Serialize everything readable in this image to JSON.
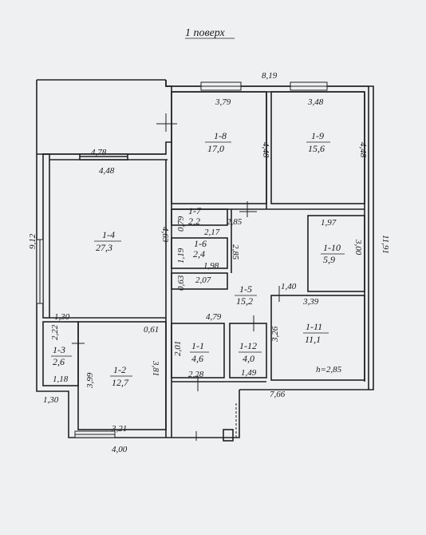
{
  "title": "1 поверх",
  "rooms": [
    {
      "id": "1-1",
      "area": "4,6"
    },
    {
      "id": "1-2",
      "area": "12,7"
    },
    {
      "id": "1-3",
      "area": "2,6"
    },
    {
      "id": "1-4",
      "area": "27,3"
    },
    {
      "id": "1-5",
      "area": "15,2"
    },
    {
      "id": "1-6",
      "area": "2,4"
    },
    {
      "id": "1-7",
      "area": "2,2"
    },
    {
      "id": "1-8",
      "area": "17,0"
    },
    {
      "id": "1-9",
      "area": "15,6"
    },
    {
      "id": "1-10",
      "area": "5,9"
    },
    {
      "id": "1-11",
      "area": "11,1"
    },
    {
      "id": "1-12",
      "area": "4,0"
    }
  ],
  "dimensions": {
    "top_total": "8,19",
    "top_room8": "3,79",
    "top_room9": "3,48",
    "right_total": "11,91",
    "right_room8": "4,48",
    "right_room9": "4,48",
    "left_total": "9,12",
    "upper_outer": "4,78",
    "upper_inner": "4,48",
    "r4_right": "4,63",
    "r7_h": "0,79",
    "r7_w": "2,17",
    "r6_h": "1,19",
    "r6_w": "1,98",
    "r6b_h": "0,63",
    "r6b_w": "2,07",
    "hall_top": "2,85",
    "hall_right": "2,85",
    "r10_w": "1,97",
    "r10_h": "3,00",
    "hall_step": "1,40",
    "r11_w": "3,39",
    "r11_h": "3,26",
    "height": "h=2,85",
    "bottom_right": "7,66",
    "r12_w": "4,79",
    "r12_bottom": "1,49",
    "r1_h": "2,01",
    "r1_w": "2,28",
    "r2_left": "3,99",
    "r2_right": "3,81",
    "r2_bottom": "3,21",
    "bottom_total": "4,00",
    "left_step_top": "1,30",
    "left_step_bottom": "1,30",
    "r3_h": "2,22",
    "r3_w": "1,18",
    "hall_small": "0,61"
  }
}
